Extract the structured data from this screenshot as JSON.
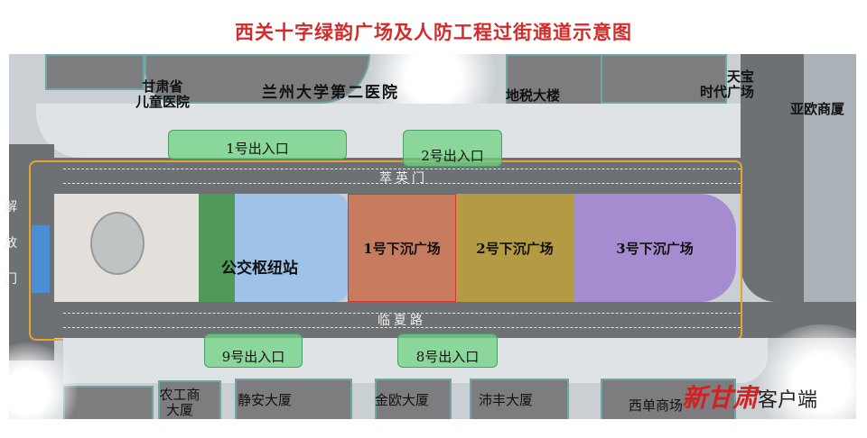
{
  "title": "西关十字绿韵广场及人防工程过街通道示意图",
  "buildings_north": {
    "children_hospital": "甘肃省\n儿童医院",
    "lzu_hospital": "兰州大学第二医院",
    "tax_building": "地税大楼",
    "tianbao": "天宝\n时代广场",
    "yaou": "亚欧商厦"
  },
  "buildings_south": {
    "nonggongshang": "农工商\n大厦",
    "jingan": "静安大厦",
    "jinou": "金欧大厦",
    "peifeng": "沛丰大厦",
    "xidan": "西单商场"
  },
  "roads": {
    "north": "萃英门",
    "south": "临夏路",
    "west": "解放门"
  },
  "exits": [
    "1号出入口",
    "2号出入口",
    "9号出入口",
    "8号出入口"
  ],
  "zones": {
    "bus_hub": "公交枢纽站",
    "plaza1": "1号下沉广场",
    "plaza2": "2号下沉广场",
    "plaza3": "3号下沉广场"
  },
  "watermark": {
    "brand": "新甘肃",
    "suffix": "客户端"
  },
  "colors": {
    "title": "#d42a2a",
    "exit": "#6ed282",
    "bus": "#9fc3e8",
    "plaza1": "#e58e8e",
    "plaza2": "#b59a44",
    "plaza3": "#a58bd0",
    "path": "#e7a32a"
  }
}
